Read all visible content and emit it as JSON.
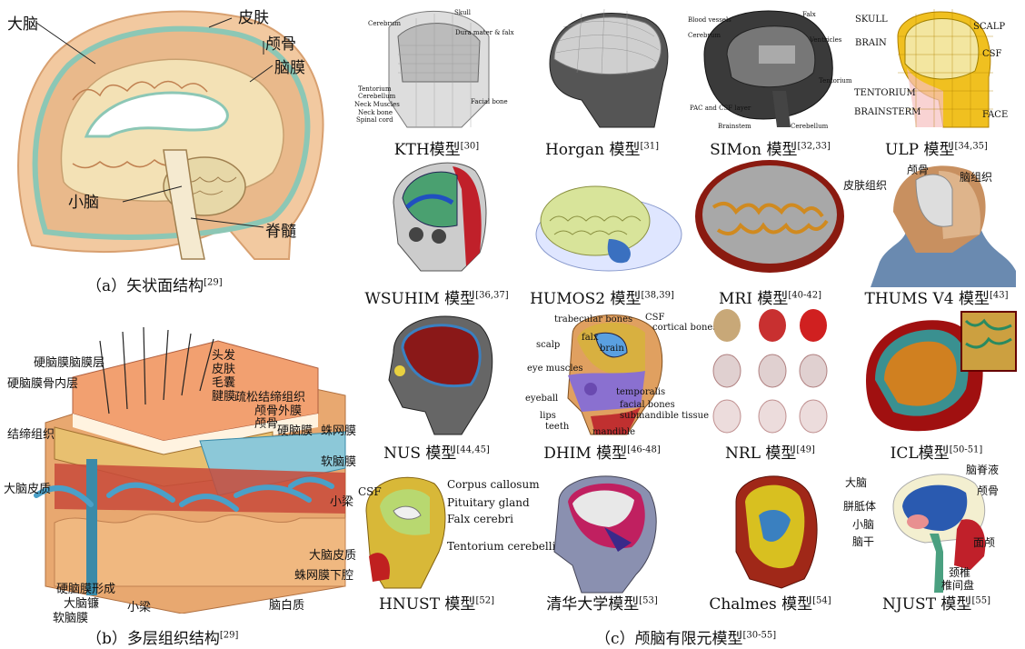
{
  "panel_a": {
    "caption": "（a）矢状面结构",
    "ref": "[29]",
    "labels": {
      "cerebrum": "大脑",
      "skin": "皮肤",
      "skull": "颅骨",
      "meninges": "脑膜",
      "cerebellum": "小脑",
      "spinal_cord": "脊髓"
    }
  },
  "panel_b": {
    "caption": "（b）多层组织结构",
    "ref": "[29]",
    "labels": {
      "dura_inner_left": "硬脑膜脑膜层",
      "dura_periost": "硬脑膜骨内层",
      "connective": "结缔组织",
      "cortex_left": "大脑皮质",
      "dura_forms": "硬脑膜形成",
      "falx": "大脑镰",
      "pia_bottom": "软脑膜",
      "trabeculae_bottom": "小梁",
      "hair": "头发",
      "skin": "皮肤",
      "follicle": "毛囊",
      "aponeurosis": "腱膜",
      "loose_ct": "疏松结缔组织",
      "pericranium": "颅骨外膜",
      "skull": "颅骨",
      "dura": "硬脑膜",
      "arachnoid": "蛛网膜",
      "pia": "软脑膜",
      "trabeculae": "小梁",
      "cortex_right": "大脑皮质",
      "subarachnoid": "蛛网膜下腔",
      "white_matter": "脑白质"
    }
  },
  "panel_c": {
    "caption": "（c）颅脑有限元模型",
    "ref": "[30-55]",
    "models": [
      {
        "name": "KTH模型",
        "ref": "[30]",
        "labels": [
          "Cerebrum",
          "Skull",
          "Dura mater & falx",
          "Tentorium",
          "Cerebellum",
          "Neck Muscles",
          "Neck bone",
          "Spinal cord",
          "Facial bone"
        ]
      },
      {
        "name": "Horgan 模型",
        "ref": "[31]",
        "labels": []
      },
      {
        "name": "SIMon 模型",
        "ref": "[32,33]",
        "labels": [
          "Blood vessels",
          "Falx",
          "Cerebrum",
          "Ventricles",
          "Tentorium",
          "PAC and CSF layer",
          "Brainstem",
          "Cerebellum"
        ]
      },
      {
        "name": "ULP 模型",
        "ref": "[34,35]",
        "labels": [
          "SKULL",
          "SCALP",
          "BRAIN",
          "CSF",
          "TENTORIUM",
          "BRAINSTERM",
          "FACE"
        ]
      },
      {
        "name": "WSUHIM 模型",
        "ref": "[36,37]",
        "labels": []
      },
      {
        "name": "HUMOS2 模型",
        "ref": "[38,39]",
        "labels": []
      },
      {
        "name": "MRI 模型",
        "ref": "[40-42]",
        "labels": []
      },
      {
        "name": "THUMS V4 模型",
        "ref": "[43]",
        "labels": [
          "皮肤组织",
          "颅骨",
          "脑组织"
        ]
      },
      {
        "name": "NUS 模型",
        "ref": "[44,45]",
        "labels": []
      },
      {
        "name": "DHIM 模型",
        "ref": "[46-48]",
        "labels": [
          "trabecular bones",
          "CSF",
          "cortical bones",
          "scalp",
          "falx",
          "brain",
          "eye muscles",
          "temporalis",
          "eyeball",
          "facial bones",
          "lips",
          "submandible tissue",
          "teeth",
          "mandible"
        ]
      },
      {
        "name": "NRL 模型",
        "ref": "[49]",
        "labels": []
      },
      {
        "name": "ICL模型",
        "ref": "[50-51]",
        "labels": []
      },
      {
        "name": "HNUST 模型",
        "ref": "[52]",
        "labels": [
          "CSF",
          "Corpus callosum",
          "Pituitary gland",
          "Falx cerebri",
          "Tentorium cerebelli"
        ]
      },
      {
        "name": "清华大学模型",
        "ref": "[53]",
        "labels": []
      },
      {
        "name": "Chalmes 模型",
        "ref": "[54]",
        "labels": []
      },
      {
        "name": "NJUST 模型",
        "ref": "[55]",
        "labels": [
          "大脑",
          "脑脊液",
          "胼胝体",
          "颅骨",
          "小脑",
          "脑干",
          "面颅",
          "颈椎",
          "椎间盘"
        ]
      }
    ]
  }
}
